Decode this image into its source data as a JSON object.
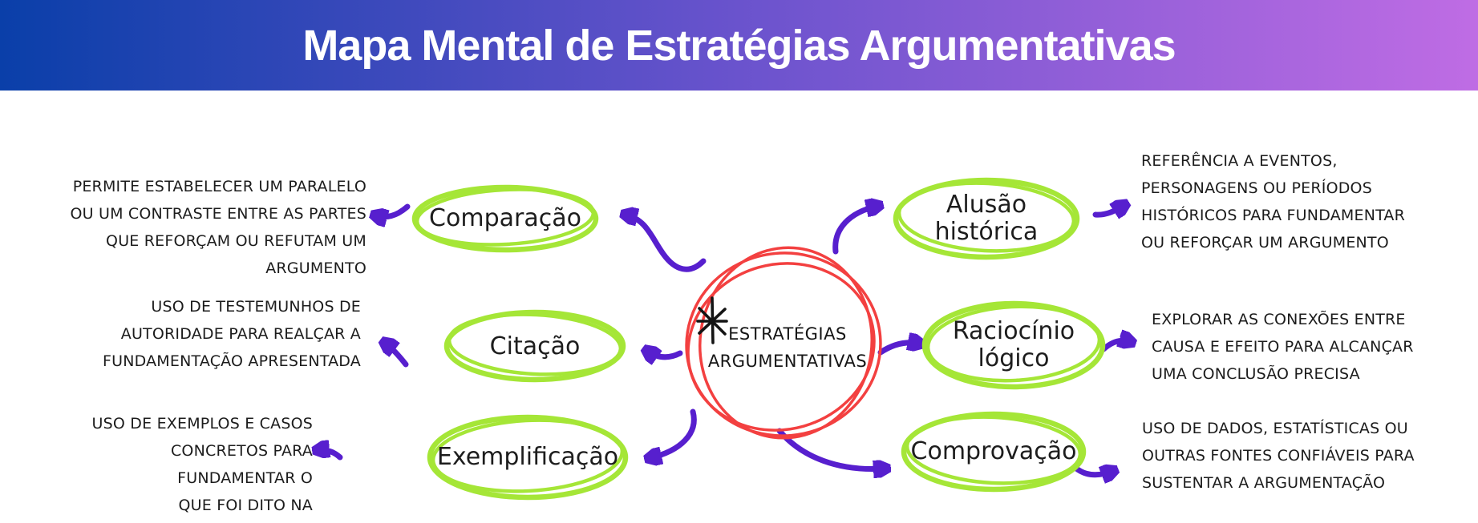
{
  "header": {
    "title": "Mapa Mental de Estratégias Argumentativas",
    "gradient_from": "#0a3fa9",
    "gradient_to": "#bf6ce4",
    "title_color": "#ffffff"
  },
  "center": {
    "label": "ESTRATÉGIAS\nARGUMENTATIVAS",
    "circle_color": "#f34040",
    "bullet_icon": "asterisk-icon"
  },
  "colors": {
    "node_stroke": "#a5e637",
    "arrow": "#571fce",
    "text": "#1c1c1c",
    "background": "#ffffff"
  },
  "nodes": [
    {
      "id": "comparacao",
      "side": "left",
      "label": "Comparação",
      "description": "PERMITE ESTABELECER UM PARALELO\nOU UM CONTRASTE ENTRE AS PARTES\nQUE REFORÇAM OU REFUTAM UM\nARGUMENTO"
    },
    {
      "id": "citacao",
      "side": "left",
      "label": "Citação",
      "description": "USO DE TESTEMUNHOS DE\nAUTORIDADE PARA REALÇAR A\nFUNDAMENTAÇÃO APRESENTADA"
    },
    {
      "id": "exemplificacao",
      "side": "left",
      "label": "Exemplificação",
      "description": "USO DE EXEMPLOS E CASOS\nCONCRETOS PARA FUNDAMENTAR O\nQUE FOI DITO NA ARGUMENTAÇÃO"
    },
    {
      "id": "alusao-historica",
      "side": "right",
      "label": "Alusão\nhistórica",
      "description": "REFERÊNCIA A EVENTOS,\nPERSONAGENS OU PERÍODOS\nHISTÓRICOS PARA FUNDAMENTAR\nOU REFORÇAR UM ARGUMENTO"
    },
    {
      "id": "raciocinio-logico",
      "side": "right",
      "label": "Raciocínio\nlógico",
      "description": "EXPLORAR AS CONEXÕES ENTRE\nCAUSA E EFEITO PARA ALCANÇAR\nUMA CONCLUSÃO PRECISA"
    },
    {
      "id": "comprovacao",
      "side": "right",
      "label": "Comprovação",
      "description": "USO DE DADOS, ESTATÍSTICAS OU\nOUTRAS FONTES CONFIÁVEIS PARA\nSUSTENTAR A ARGUMENTAÇÃO"
    }
  ],
  "connections": [
    {
      "from": "center",
      "to": "comparacao"
    },
    {
      "from": "center",
      "to": "citacao"
    },
    {
      "from": "center",
      "to": "exemplificacao"
    },
    {
      "from": "center",
      "to": "alusao-historica"
    },
    {
      "from": "center",
      "to": "raciocinio-logico"
    },
    {
      "from": "center",
      "to": "comprovacao"
    },
    {
      "from": "comparacao",
      "to": "description"
    },
    {
      "from": "citacao",
      "to": "description"
    },
    {
      "from": "exemplificacao",
      "to": "description"
    },
    {
      "from": "alusao-historica",
      "to": "description"
    },
    {
      "from": "raciocinio-logico",
      "to": "description"
    },
    {
      "from": "comprovacao",
      "to": "description"
    }
  ]
}
